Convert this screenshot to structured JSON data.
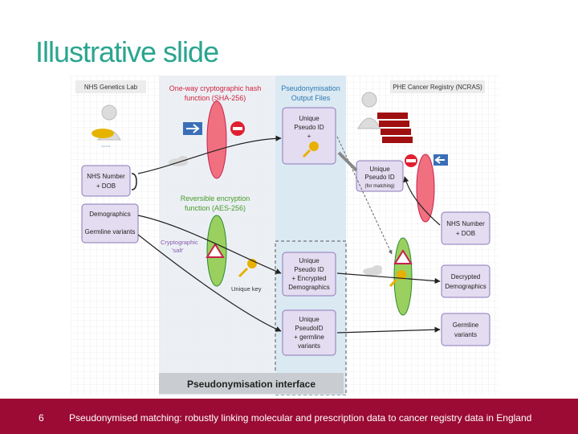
{
  "slide": {
    "title": "Illustrative slide",
    "page_number": "6",
    "footer_text": "Pseudonymised matching: robustly linking molecular and prescription data to cancer registry data in England"
  },
  "diagram": {
    "genetics_lab": "NHS Genetics Lab",
    "hash_title": [
      "One-way cryptographic hash",
      "function (SHA-256)"
    ],
    "output_title": [
      "Pseudonymisation",
      "Output Files"
    ],
    "registry": "PHE Cancer Registry (NCRAS)",
    "nhs_dob_left": [
      "NHS Number",
      "+ DOB"
    ],
    "demographics": "Demographics",
    "germline": "Germline variants",
    "reversible_title": [
      "Reversible encryption",
      "function (AES-256)"
    ],
    "salt": [
      "Cryptographic",
      "'salt'"
    ],
    "unique_key": "Unique key",
    "box1": [
      "Unique",
      "Pseudo ID",
      "+"
    ],
    "box2": [
      "Unique",
      "Pseudo ID",
      "+ Encrypted",
      "Demographics"
    ],
    "box3": [
      "Unique",
      "PseudoID",
      "+ germline",
      "variants"
    ],
    "match_box": [
      "Unique",
      "Pseudo ID",
      "(for matching)"
    ],
    "right_nhs": [
      "NHS Number",
      "+ DOB"
    ],
    "right_demo": [
      "Decrypted",
      "Demographics"
    ],
    "right_germ": [
      "Germline",
      "variants"
    ],
    "interface": "Pseudonymisation interface",
    "colors": {
      "accent_title": "#2aa58f",
      "hash_red": "#c8204a",
      "aes_green": "#2c8a2c",
      "box_fill": "#e4dcf0",
      "box_border": "#8a7ab8",
      "footer": "#9b0b34"
    }
  }
}
